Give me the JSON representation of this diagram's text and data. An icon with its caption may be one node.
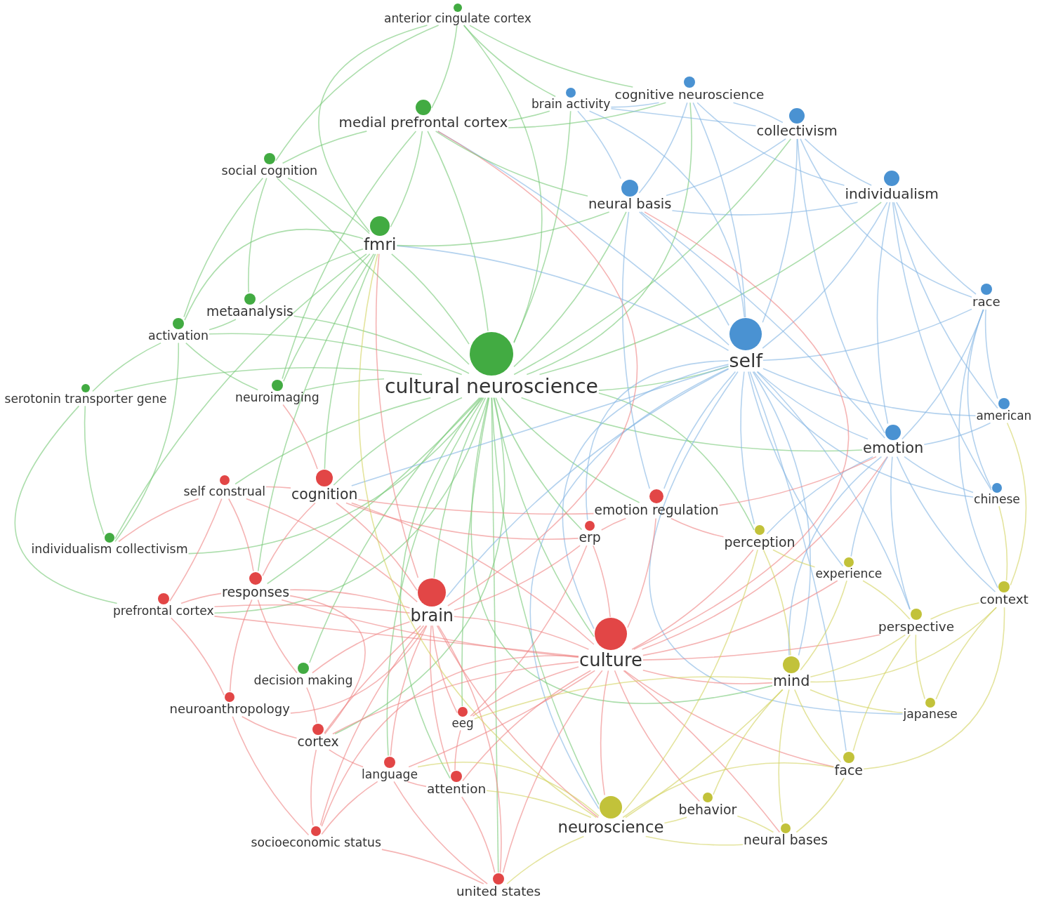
{
  "diagram": {
    "nodes": [
      {
        "text": [
          "anterior cingulate cortex"
        ]
      },
      {
        "text": [
          "cognitive neuroscience"
        ]
      },
      {
        "text": [
          "brain activity"
        ]
      },
      {
        "text": [
          "medial prefrontal cortex"
        ]
      },
      {
        "text": [
          "collectivism"
        ]
      },
      {
        "text": [
          "social cognition"
        ]
      },
      {
        "text": [
          "individualism"
        ]
      },
      {
        "text": [
          "neural basis"
        ]
      },
      {
        "text": [
          "fmri"
        ]
      },
      {
        "text": [
          "race"
        ]
      },
      {
        "text": [
          "metaanalysis"
        ]
      },
      {
        "text": [
          "activation"
        ]
      },
      {
        "text": [
          "self"
        ]
      },
      {
        "text": [
          "cultural neuroscience"
        ]
      },
      {
        "text": [
          "serotonin transporter gene"
        ]
      },
      {
        "text": [
          "neuroimaging"
        ]
      },
      {
        "text": [
          "american"
        ]
      },
      {
        "text": [
          "emotion"
        ]
      },
      {
        "text": [
          "self construal"
        ]
      },
      {
        "text": [
          "cognition"
        ]
      },
      {
        "text": [
          "chinese"
        ]
      },
      {
        "text": [
          "emotion regulation"
        ]
      },
      {
        "text": [
          "erp"
        ]
      },
      {
        "text": [
          "perception"
        ]
      },
      {
        "text": [
          "individualism collectivism"
        ]
      },
      {
        "text": [
          "experience"
        ]
      },
      {
        "text": [
          "responses"
        ]
      },
      {
        "text": [
          "context"
        ]
      },
      {
        "text": [
          "prefrontal cortex"
        ]
      },
      {
        "text": [
          "brain"
        ]
      },
      {
        "text": [
          "perspective"
        ]
      },
      {
        "text": [
          "culture"
        ]
      },
      {
        "text": [
          "decision making"
        ]
      },
      {
        "text": [
          "mind"
        ]
      },
      {
        "text": [
          "neuroanthropology"
        ]
      },
      {
        "text": [
          "japanese"
        ]
      },
      {
        "text": [
          "eeg"
        ]
      },
      {
        "text": [
          "cortex"
        ]
      },
      {
        "text": [
          "face"
        ]
      },
      {
        "text": [
          "language"
        ]
      },
      {
        "text": [
          "attention"
        ]
      },
      {
        "text": [
          "behavior"
        ]
      },
      {
        "text": [
          "neuroscience"
        ]
      },
      {
        "text": [
          "neural bases"
        ]
      },
      {
        "text": [
          "socioeconomic status"
        ]
      },
      {
        "text": [
          "united states"
        ]
      }
    ],
    "edges": [
      {
        "from": 13,
        "to": 0,
        "arrow": "none",
        "color": "#74c874"
      },
      {
        "from": 13,
        "to": 3,
        "arrow": "none",
        "color": "#74c874"
      },
      {
        "from": 13,
        "to": 8,
        "arrow": "none",
        "color": "#74c874"
      },
      {
        "from": 13,
        "to": 5,
        "arrow": "none",
        "color": "#74c874"
      },
      {
        "from": 13,
        "to": 10,
        "arrow": "none",
        "color": "#74c874"
      },
      {
        "from": 13,
        "to": 11,
        "arrow": "none",
        "color": "#74c874"
      },
      {
        "from": 13,
        "to": 14,
        "arrow": "none",
        "color": "#74c874"
      },
      {
        "from": 13,
        "to": 15,
        "arrow": "none",
        "color": "#74c874"
      },
      {
        "from": 13,
        "to": 24,
        "arrow": "none",
        "color": "#74c874"
      },
      {
        "from": 13,
        "to": 32,
        "arrow": "none",
        "color": "#74c874"
      },
      {
        "from": 13,
        "to": 2,
        "arrow": "none",
        "color": "#74c874"
      },
      {
        "from": 13,
        "to": 1,
        "arrow": "none",
        "color": "#74c874"
      },
      {
        "from": 13,
        "to": 7,
        "arrow": "none",
        "color": "#74c874"
      },
      {
        "from": 13,
        "to": 4,
        "arrow": "none",
        "color": "#74c874"
      },
      {
        "from": 13,
        "to": 6,
        "arrow": "none",
        "color": "#74c874"
      },
      {
        "from": 13,
        "to": 12,
        "arrow": "none",
        "color": "#74c874"
      },
      {
        "from": 13,
        "to": 17,
        "arrow": "none",
        "color": "#74c874"
      },
      {
        "from": 13,
        "to": 19,
        "arrow": "none",
        "color": "#74c874"
      },
      {
        "from": 13,
        "to": 18,
        "arrow": "none",
        "color": "#74c874"
      },
      {
        "from": 13,
        "to": 26,
        "arrow": "none",
        "color": "#74c874"
      },
      {
        "from": 13,
        "to": 28,
        "arrow": "none",
        "color": "#74c874"
      },
      {
        "from": 13,
        "to": 29,
        "arrow": "none",
        "color": "#74c874"
      },
      {
        "from": 13,
        "to": 31,
        "arrow": "none",
        "color": "#74c874"
      },
      {
        "from": 13,
        "to": 21,
        "arrow": "none",
        "color": "#74c874"
      },
      {
        "from": 13,
        "to": 22,
        "arrow": "none",
        "color": "#74c874"
      },
      {
        "from": 13,
        "to": 36,
        "arrow": "none",
        "color": "#74c874"
      },
      {
        "from": 13,
        "to": 37,
        "arrow": "none",
        "color": "#74c874"
      },
      {
        "from": 13,
        "to": 39,
        "arrow": "none",
        "color": "#74c874"
      },
      {
        "from": 13,
        "to": 40,
        "arrow": "none",
        "color": "#74c874"
      },
      {
        "from": 13,
        "to": 42,
        "arrow": "none",
        "color": "#74c874"
      },
      {
        "from": 13,
        "to": 45,
        "arrow": "none",
        "color": "#74c874"
      },
      {
        "from": 13,
        "to": 23,
        "arrow": "none",
        "color": "#74c874"
      },
      {
        "from": 13,
        "to": 33,
        "arrow": "none",
        "color": "#74c874"
      },
      {
        "from": 12,
        "to": 1,
        "arrow": "none",
        "color": "#82b4e2"
      },
      {
        "from": 12,
        "to": 2,
        "arrow": "none",
        "color": "#82b4e2"
      },
      {
        "from": 12,
        "to": 4,
        "arrow": "none",
        "color": "#82b4e2"
      },
      {
        "from": 12,
        "to": 6,
        "arrow": "none",
        "color": "#82b4e2"
      },
      {
        "from": 12,
        "to": 7,
        "arrow": "none",
        "color": "#82b4e2"
      },
      {
        "from": 12,
        "to": 9,
        "arrow": "none",
        "color": "#82b4e2"
      },
      {
        "from": 12,
        "to": 16,
        "arrow": "none",
        "color": "#82b4e2"
      },
      {
        "from": 12,
        "to": 17,
        "arrow": "none",
        "color": "#82b4e2"
      },
      {
        "from": 12,
        "to": 20,
        "arrow": "none",
        "color": "#82b4e2"
      },
      {
        "from": 12,
        "to": 3,
        "arrow": "none",
        "color": "#82b4e2"
      },
      {
        "from": 12,
        "to": 8,
        "arrow": "none",
        "color": "#82b4e2"
      },
      {
        "from": 12,
        "to": 21,
        "arrow": "none",
        "color": "#82b4e2"
      },
      {
        "from": 12,
        "to": 22,
        "arrow": "none",
        "color": "#82b4e2"
      },
      {
        "from": 12,
        "to": 23,
        "arrow": "none",
        "color": "#82b4e2"
      },
      {
        "from": 12,
        "to": 25,
        "arrow": "none",
        "color": "#82b4e2"
      },
      {
        "from": 12,
        "to": 30,
        "arrow": "none",
        "color": "#82b4e2"
      },
      {
        "from": 12,
        "to": 33,
        "arrow": "none",
        "color": "#82b4e2"
      },
      {
        "from": 12,
        "to": 35,
        "arrow": "none",
        "color": "#82b4e2"
      },
      {
        "from": 12,
        "to": 38,
        "arrow": "none",
        "color": "#82b4e2"
      },
      {
        "from": 12,
        "to": 29,
        "arrow": "none",
        "color": "#82b4e2"
      },
      {
        "from": 12,
        "to": 31,
        "arrow": "none",
        "color": "#82b4e2"
      },
      {
        "from": 12,
        "to": 42,
        "arrow": "none",
        "color": "#82b4e2"
      },
      {
        "from": 12,
        "to": 19,
        "arrow": "none",
        "color": "#82b4e2"
      },
      {
        "from": 31,
        "to": 7,
        "arrow": "none",
        "color": "#ee8282"
      },
      {
        "from": 31,
        "to": 17,
        "arrow": "none",
        "color": "#ee8282"
      },
      {
        "from": 31,
        "to": 19,
        "arrow": "none",
        "color": "#ee8282"
      },
      {
        "from": 31,
        "to": 21,
        "arrow": "none",
        "color": "#ee8282"
      },
      {
        "from": 31,
        "to": 22,
        "arrow": "none",
        "color": "#ee8282"
      },
      {
        "from": 31,
        "to": 26,
        "arrow": "none",
        "color": "#ee8282"
      },
      {
        "from": 31,
        "to": 29,
        "arrow": "none",
        "color": "#ee8282"
      },
      {
        "from": 31,
        "to": 36,
        "arrow": "none",
        "color": "#ee8282"
      },
      {
        "from": 31,
        "to": 39,
        "arrow": "none",
        "color": "#ee8282"
      },
      {
        "from": 31,
        "to": 40,
        "arrow": "none",
        "color": "#ee8282"
      },
      {
        "from": 31,
        "to": 45,
        "arrow": "none",
        "color": "#ee8282"
      },
      {
        "from": 31,
        "to": 23,
        "arrow": "none",
        "color": "#ee8282"
      },
      {
        "from": 31,
        "to": 33,
        "arrow": "none",
        "color": "#ee8282"
      },
      {
        "from": 31,
        "to": 38,
        "arrow": "none",
        "color": "#ee8282"
      },
      {
        "from": 31,
        "to": 41,
        "arrow": "none",
        "color": "#ee8282"
      },
      {
        "from": 31,
        "to": 42,
        "arrow": "none",
        "color": "#ee8282"
      },
      {
        "from": 31,
        "to": 43,
        "arrow": "none",
        "color": "#ee8282"
      },
      {
        "from": 31,
        "to": 25,
        "arrow": "none",
        "color": "#ee8282"
      },
      {
        "from": 31,
        "to": 28,
        "arrow": "none",
        "color": "#ee8282"
      },
      {
        "from": 31,
        "to": 37,
        "arrow": "none",
        "color": "#ee8282"
      },
      {
        "from": 31,
        "to": 44,
        "arrow": "none",
        "color": "#ee8282"
      },
      {
        "from": 31,
        "to": 30,
        "arrow": "none",
        "color": "#ee8282"
      },
      {
        "from": 29,
        "to": 8,
        "arrow": "none",
        "color": "#ee8282"
      },
      {
        "from": 29,
        "to": 19,
        "arrow": "none",
        "color": "#ee8282"
      },
      {
        "from": 29,
        "to": 26,
        "arrow": "none",
        "color": "#ee8282"
      },
      {
        "from": 29,
        "to": 32,
        "arrow": "none",
        "color": "#ee8282"
      },
      {
        "from": 29,
        "to": 36,
        "arrow": "none",
        "color": "#ee8282"
      },
      {
        "from": 29,
        "to": 37,
        "arrow": "none",
        "color": "#ee8282"
      },
      {
        "from": 29,
        "to": 39,
        "arrow": "none",
        "color": "#ee8282"
      },
      {
        "from": 29,
        "to": 40,
        "arrow": "none",
        "color": "#ee8282"
      },
      {
        "from": 29,
        "to": 42,
        "arrow": "none",
        "color": "#ee8282"
      },
      {
        "from": 29,
        "to": 44,
        "arrow": "none",
        "color": "#ee8282"
      },
      {
        "from": 29,
        "to": 45,
        "arrow": "none",
        "color": "#ee8282"
      },
      {
        "from": 29,
        "to": 22,
        "arrow": "none",
        "color": "#ee8282"
      },
      {
        "from": 29,
        "to": 28,
        "arrow": "none",
        "color": "#ee8282"
      },
      {
        "from": 29,
        "to": 34,
        "arrow": "none",
        "color": "#ee8282"
      },
      {
        "from": 29,
        "to": 18,
        "arrow": "none",
        "color": "#ee8282"
      },
      {
        "from": 29,
        "to": 3,
        "arrow": "none",
        "color": "#ee8282"
      },
      {
        "from": 42,
        "to": 33,
        "arrow": "none",
        "color": "#d2d25e"
      },
      {
        "from": 42,
        "to": 41,
        "arrow": "none",
        "color": "#d2d25e"
      },
      {
        "from": 42,
        "to": 43,
        "arrow": "none",
        "color": "#d2d25e"
      },
      {
        "from": 42,
        "to": 38,
        "arrow": "none",
        "color": "#d2d25e"
      },
      {
        "from": 42,
        "to": 45,
        "arrow": "none",
        "color": "#d2d25e"
      },
      {
        "from": 42,
        "to": 40,
        "arrow": "none",
        "color": "#d2d25e"
      },
      {
        "from": 42,
        "to": 39,
        "arrow": "none",
        "color": "#d2d25e"
      },
      {
        "from": 42,
        "to": 23,
        "arrow": "none",
        "color": "#d2d25e"
      },
      {
        "from": 42,
        "to": 8,
        "arrow": "none",
        "color": "#d2d25e"
      },
      {
        "from": 8,
        "to": 0,
        "arrow": "none",
        "color": "#74c874"
      },
      {
        "from": 8,
        "to": 3,
        "arrow": "none",
        "color": "#74c874"
      },
      {
        "from": 8,
        "to": 5,
        "arrow": "none",
        "color": "#74c874"
      },
      {
        "from": 8,
        "to": 10,
        "arrow": "none",
        "color": "#74c874"
      },
      {
        "from": 8,
        "to": 11,
        "arrow": "none",
        "color": "#74c874"
      },
      {
        "from": 8,
        "to": 15,
        "arrow": "none",
        "color": "#74c874"
      },
      {
        "from": 8,
        "to": 19,
        "arrow": "none",
        "color": "#74c874"
      },
      {
        "from": 8,
        "to": 7,
        "arrow": "none",
        "color": "#74c874"
      },
      {
        "from": 8,
        "to": 26,
        "arrow": "none",
        "color": "#74c874"
      },
      {
        "from": 8,
        "to": 24,
        "arrow": "none",
        "color": "#74c874"
      },
      {
        "from": 3,
        "to": 0,
        "arrow": "none",
        "color": "#74c874"
      },
      {
        "from": 3,
        "to": 5,
        "arrow": "none",
        "color": "#74c874"
      },
      {
        "from": 3,
        "to": 2,
        "arrow": "none",
        "color": "#74c874"
      },
      {
        "from": 3,
        "to": 1,
        "arrow": "none",
        "color": "#74c874"
      },
      {
        "from": 3,
        "to": 7,
        "arrow": "none",
        "color": "#74c874"
      },
      {
        "from": 3,
        "to": 15,
        "arrow": "none",
        "color": "#74c874"
      },
      {
        "from": 7,
        "to": 1,
        "arrow": "none",
        "color": "#82b4e2"
      },
      {
        "from": 7,
        "to": 2,
        "arrow": "none",
        "color": "#82b4e2"
      },
      {
        "from": 7,
        "to": 4,
        "arrow": "none",
        "color": "#82b4e2"
      },
      {
        "from": 7,
        "to": 6,
        "arrow": "none",
        "color": "#82b4e2"
      },
      {
        "from": 7,
        "to": 17,
        "arrow": "none",
        "color": "#82b4e2"
      },
      {
        "from": 7,
        "to": 21,
        "arrow": "none",
        "color": "#82b4e2"
      },
      {
        "from": 4,
        "to": 1,
        "arrow": "none",
        "color": "#82b4e2"
      },
      {
        "from": 4,
        "to": 6,
        "arrow": "none",
        "color": "#82b4e2"
      },
      {
        "from": 4,
        "to": 9,
        "arrow": "none",
        "color": "#82b4e2"
      },
      {
        "from": 4,
        "to": 17,
        "arrow": "none",
        "color": "#82b4e2"
      },
      {
        "from": 4,
        "to": 2,
        "arrow": "none",
        "color": "#82b4e2"
      },
      {
        "from": 6,
        "to": 1,
        "arrow": "none",
        "color": "#82b4e2"
      },
      {
        "from": 6,
        "to": 9,
        "arrow": "none",
        "color": "#82b4e2"
      },
      {
        "from": 6,
        "to": 16,
        "arrow": "none",
        "color": "#82b4e2"
      },
      {
        "from": 6,
        "to": 17,
        "arrow": "none",
        "color": "#82b4e2"
      },
      {
        "from": 6,
        "to": 20,
        "arrow": "none",
        "color": "#82b4e2"
      },
      {
        "from": 17,
        "to": 16,
        "arrow": "none",
        "color": "#82b4e2"
      },
      {
        "from": 17,
        "to": 20,
        "arrow": "none",
        "color": "#82b4e2"
      },
      {
        "from": 17,
        "to": 9,
        "arrow": "none",
        "color": "#82b4e2"
      },
      {
        "from": 17,
        "to": 33,
        "arrow": "none",
        "color": "#82b4e2"
      },
      {
        "from": 17,
        "to": 27,
        "arrow": "none",
        "color": "#82b4e2"
      },
      {
        "from": 17,
        "to": 30,
        "arrow": "none",
        "color": "#82b4e2"
      },
      {
        "from": 17,
        "to": 25,
        "arrow": "none",
        "color": "#82b4e2"
      },
      {
        "from": 17,
        "to": 23,
        "arrow": "none",
        "color": "#82b4e2"
      },
      {
        "from": 33,
        "to": 23,
        "arrow": "none",
        "color": "#d2d25e"
      },
      {
        "from": 33,
        "to": 25,
        "arrow": "none",
        "color": "#d2d25e"
      },
      {
        "from": 33,
        "to": 27,
        "arrow": "none",
        "color": "#d2d25e"
      },
      {
        "from": 33,
        "to": 30,
        "arrow": "none",
        "color": "#d2d25e"
      },
      {
        "from": 33,
        "to": 35,
        "arrow": "none",
        "color": "#d2d25e"
      },
      {
        "from": 33,
        "to": 38,
        "arrow": "none",
        "color": "#d2d25e"
      },
      {
        "from": 33,
        "to": 43,
        "arrow": "none",
        "color": "#d2d25e"
      },
      {
        "from": 33,
        "to": 41,
        "arrow": "none",
        "color": "#d2d25e"
      },
      {
        "from": 33,
        "to": 36,
        "arrow": "none",
        "color": "#d2d25e"
      },
      {
        "from": 19,
        "to": 26,
        "arrow": "none",
        "color": "#ee8282"
      },
      {
        "from": 19,
        "to": 18,
        "arrow": "none",
        "color": "#ee8282"
      },
      {
        "from": 19,
        "to": 21,
        "arrow": "none",
        "color": "#ee8282"
      },
      {
        "from": 19,
        "to": 15,
        "arrow": "none",
        "color": "#ee8282"
      },
      {
        "from": 19,
        "to": 22,
        "arrow": "none",
        "color": "#ee8282"
      },
      {
        "from": 5,
        "to": 0,
        "arrow": "none",
        "color": "#74c874"
      },
      {
        "from": 5,
        "to": 11,
        "arrow": "none",
        "color": "#74c874"
      },
      {
        "from": 5,
        "to": 10,
        "arrow": "none",
        "color": "#74c874"
      },
      {
        "from": 11,
        "to": 14,
        "arrow": "none",
        "color": "#74c874"
      },
      {
        "from": 11,
        "to": 24,
        "arrow": "none",
        "color": "#74c874"
      },
      {
        "from": 11,
        "to": 10,
        "arrow": "none",
        "color": "#74c874"
      },
      {
        "from": 11,
        "to": 15,
        "arrow": "none",
        "color": "#74c874"
      },
      {
        "from": 14,
        "to": 24,
        "arrow": "none",
        "color": "#74c874"
      },
      {
        "from": 14,
        "to": 28,
        "arrow": "none",
        "color": "#74c874"
      },
      {
        "from": 26,
        "to": 28,
        "arrow": "none",
        "color": "#ee8282"
      },
      {
        "from": 26,
        "to": 34,
        "arrow": "none",
        "color": "#ee8282"
      },
      {
        "from": 26,
        "to": 18,
        "arrow": "none",
        "color": "#ee8282"
      },
      {
        "from": 26,
        "to": 37,
        "arrow": "none",
        "color": "#ee8282"
      },
      {
        "from": 26,
        "to": 32,
        "arrow": "none",
        "color": "#ee8282"
      },
      {
        "from": 21,
        "to": 22,
        "arrow": "none",
        "color": "#ee8282"
      },
      {
        "from": 21,
        "to": 23,
        "arrow": "none",
        "color": "#ee8282"
      },
      {
        "from": 21,
        "to": 17,
        "arrow": "none",
        "color": "#ee8282"
      },
      {
        "from": 43,
        "to": 38,
        "arrow": "none",
        "color": "#d2d25e"
      },
      {
        "from": 43,
        "to": 41,
        "arrow": "none",
        "color": "#d2d25e"
      },
      {
        "from": 27,
        "to": 20,
        "arrow": "none",
        "color": "#d2d25e"
      },
      {
        "from": 27,
        "to": 30,
        "arrow": "none",
        "color": "#d2d25e"
      },
      {
        "from": 27,
        "to": 35,
        "arrow": "none",
        "color": "#d2d25e"
      },
      {
        "from": 27,
        "to": 16,
        "arrow": "none",
        "color": "#d2d25e"
      },
      {
        "from": 27,
        "to": 38,
        "arrow": "none",
        "color": "#d2d25e"
      },
      {
        "from": 30,
        "to": 35,
        "arrow": "none",
        "color": "#d2d25e"
      },
      {
        "from": 30,
        "to": 25,
        "arrow": "none",
        "color": "#d2d25e"
      },
      {
        "from": 30,
        "to": 38,
        "arrow": "none",
        "color": "#d2d25e"
      },
      {
        "from": 9,
        "to": 16,
        "arrow": "none",
        "color": "#82b4e2"
      },
      {
        "from": 9,
        "to": 20,
        "arrow": "none",
        "color": "#82b4e2"
      },
      {
        "from": 9,
        "to": 27,
        "arrow": "none",
        "color": "#82b4e2"
      },
      {
        "from": 34,
        "to": 37,
        "arrow": "none",
        "color": "#ee8282"
      },
      {
        "from": 34,
        "to": 44,
        "arrow": "none",
        "color": "#ee8282"
      },
      {
        "from": 34,
        "to": 28,
        "arrow": "none",
        "color": "#ee8282"
      },
      {
        "from": 37,
        "to": 39,
        "arrow": "none",
        "color": "#ee8282"
      },
      {
        "from": 37,
        "to": 44,
        "arrow": "none",
        "color": "#ee8282"
      },
      {
        "from": 37,
        "to": 32,
        "arrow": "none",
        "color": "#ee8282"
      },
      {
        "from": 39,
        "to": 40,
        "arrow": "none",
        "color": "#ee8282"
      },
      {
        "from": 39,
        "to": 44,
        "arrow": "none",
        "color": "#ee8282"
      },
      {
        "from": 39,
        "to": 45,
        "arrow": "none",
        "color": "#ee8282"
      },
      {
        "from": 45,
        "to": 44,
        "arrow": "none",
        "color": "#ee8282"
      },
      {
        "from": 45,
        "to": 40,
        "arrow": "none",
        "color": "#ee8282"
      },
      {
        "from": 36,
        "to": 40,
        "arrow": "none",
        "color": "#ee8282"
      },
      {
        "from": 36,
        "to": 22,
        "arrow": "none",
        "color": "#ee8282"
      },
      {
        "from": 0,
        "to": 2,
        "arrow": "none",
        "color": "#74c874"
      },
      {
        "from": 0,
        "to": 1,
        "arrow": "none",
        "color": "#74c874"
      },
      {
        "from": 2,
        "to": 1,
        "arrow": "none",
        "color": "#82b4e2"
      },
      {
        "from": 23,
        "to": 25,
        "arrow": "none",
        "color": "#d2d25e"
      },
      {
        "from": 18,
        "to": 24,
        "arrow": "none",
        "color": "#ee8282"
      },
      {
        "from": 18,
        "to": 28,
        "arrow": "none",
        "color": "#ee8282"
      }
    ]
  }
}
